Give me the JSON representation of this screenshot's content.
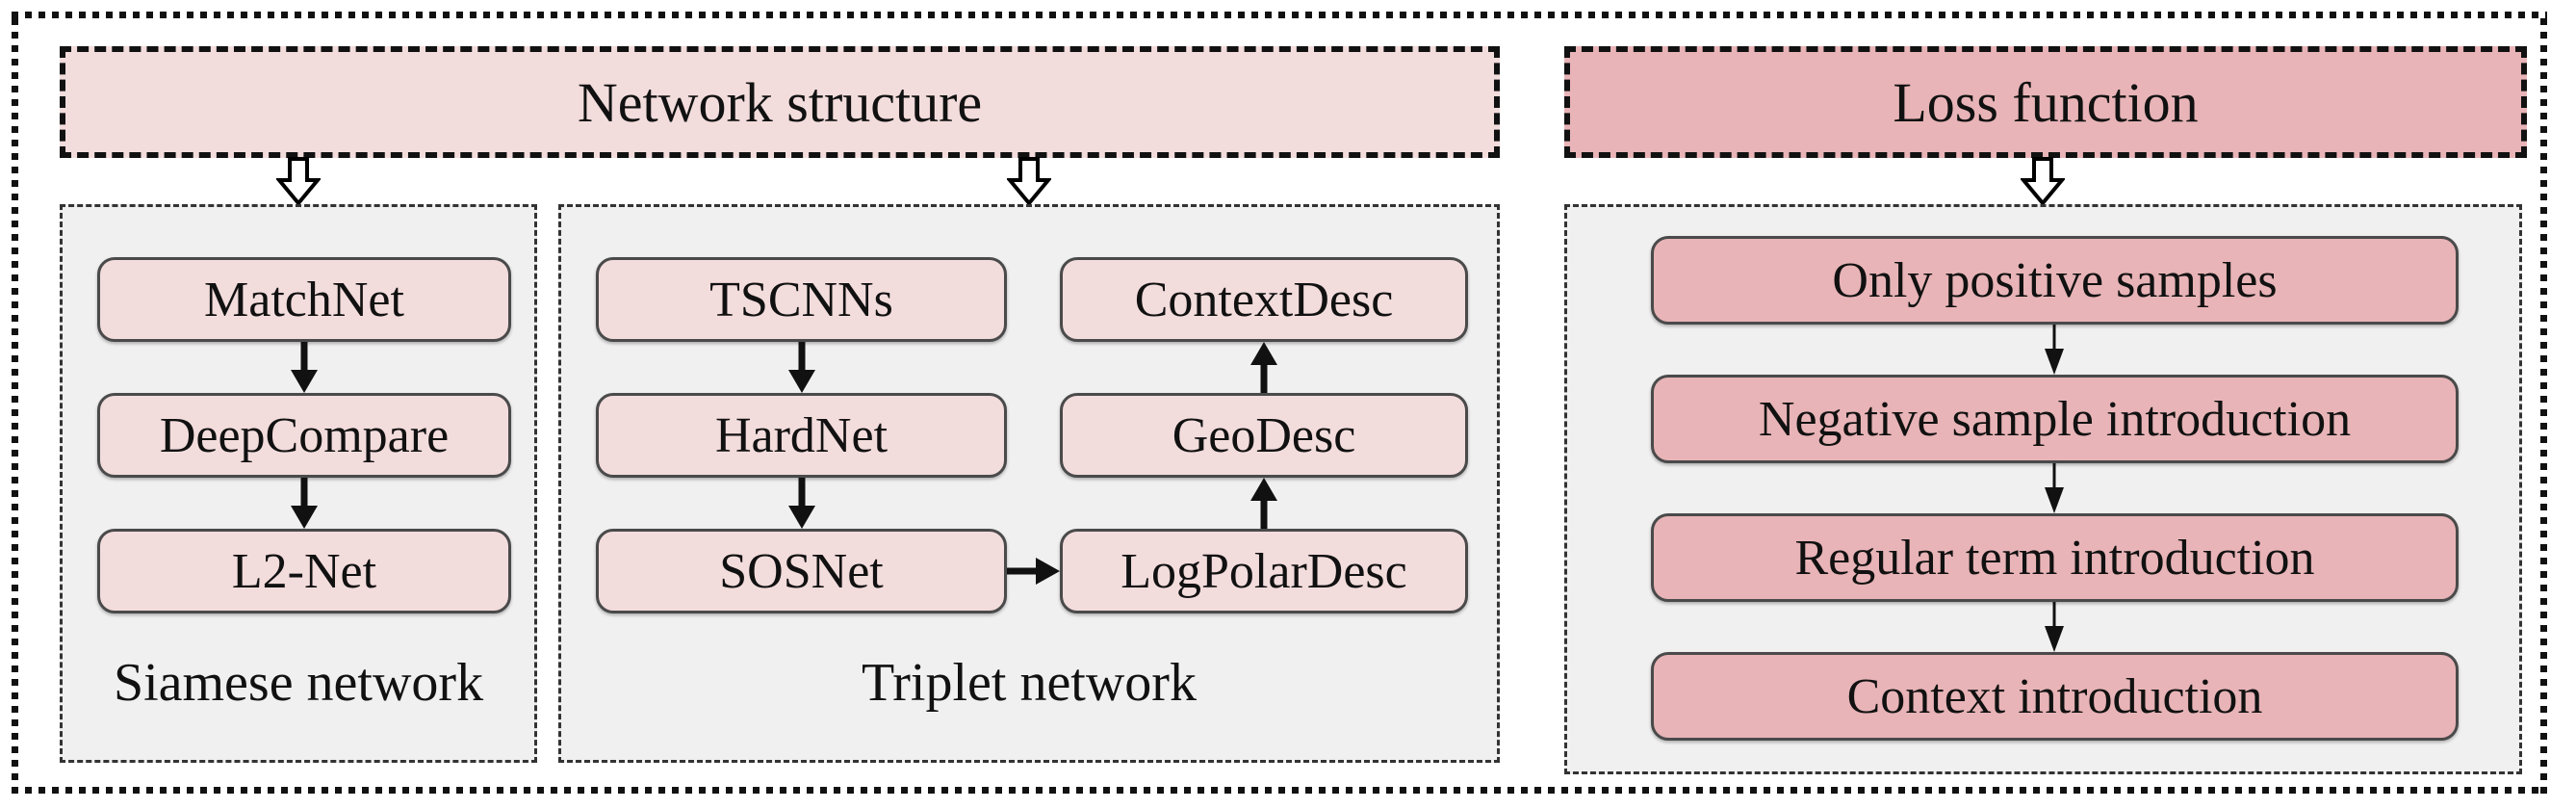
{
  "headers": {
    "network": "Network structure",
    "loss": "Loss function"
  },
  "siamese": {
    "label": "Siamese network",
    "nodes": [
      "MatchNet",
      "DeepCompare",
      "L2-Net"
    ]
  },
  "triplet": {
    "label": "Triplet network",
    "left_nodes": [
      "TSCNNs",
      "HardNet",
      "SOSNet"
    ],
    "right_nodes": [
      "ContextDesc",
      "GeoDesc",
      "LogPolarDesc"
    ],
    "flow_note_left": "top-down",
    "flow_note_right": "bottom-up"
  },
  "loss": {
    "nodes": [
      "Only positive samples",
      "Negative sample introduction",
      "Regular term introduction",
      "Context introduction"
    ]
  },
  "colors": {
    "light_pink": "#f3dcdc",
    "dark_pink": "#e8b4b7",
    "panel_gray": "#f1f0f1",
    "line_black": "#111111"
  }
}
